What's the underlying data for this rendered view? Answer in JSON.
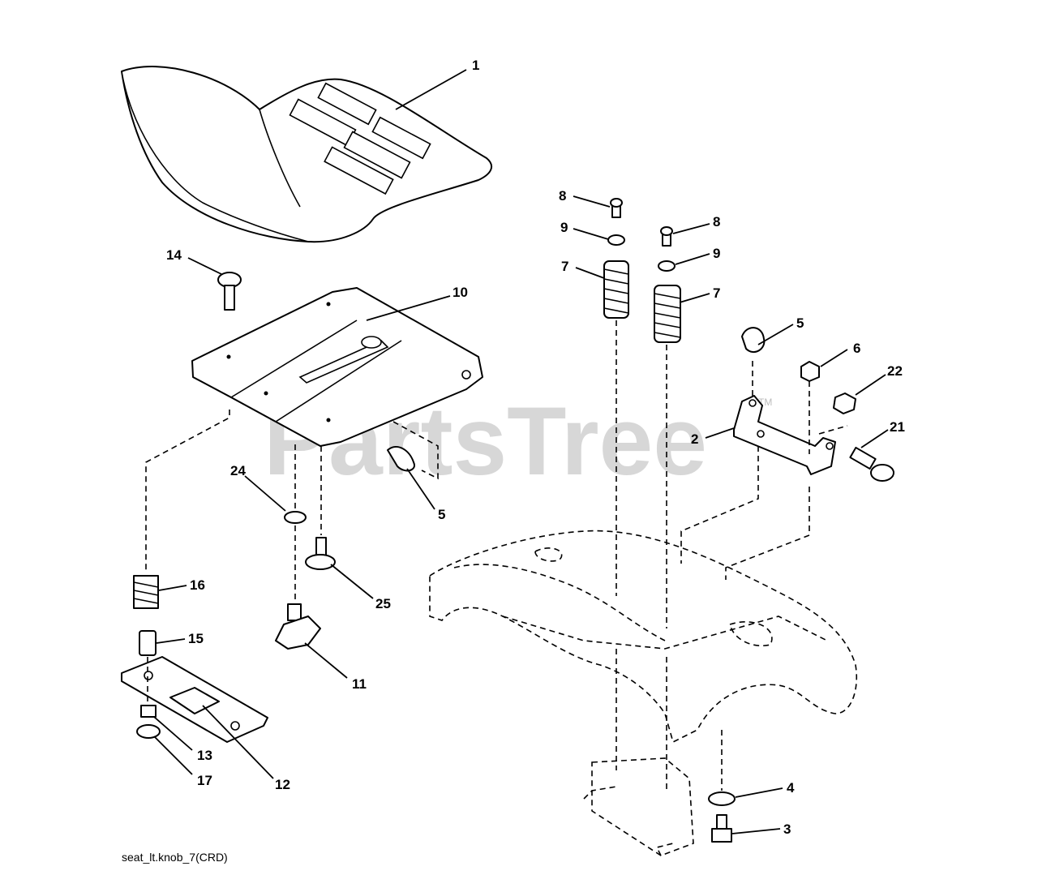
{
  "watermark": {
    "text": "PartsTree",
    "tm": "TM"
  },
  "caption": "seat_lt.knob_7(CRD)",
  "callouts": [
    "1",
    "14",
    "10",
    "8",
    "9",
    "7",
    "8",
    "9",
    "7",
    "5",
    "6",
    "22",
    "2",
    "21",
    "24",
    "5",
    "25",
    "16",
    "15",
    "11",
    "13",
    "17",
    "12",
    "4",
    "3"
  ]
}
